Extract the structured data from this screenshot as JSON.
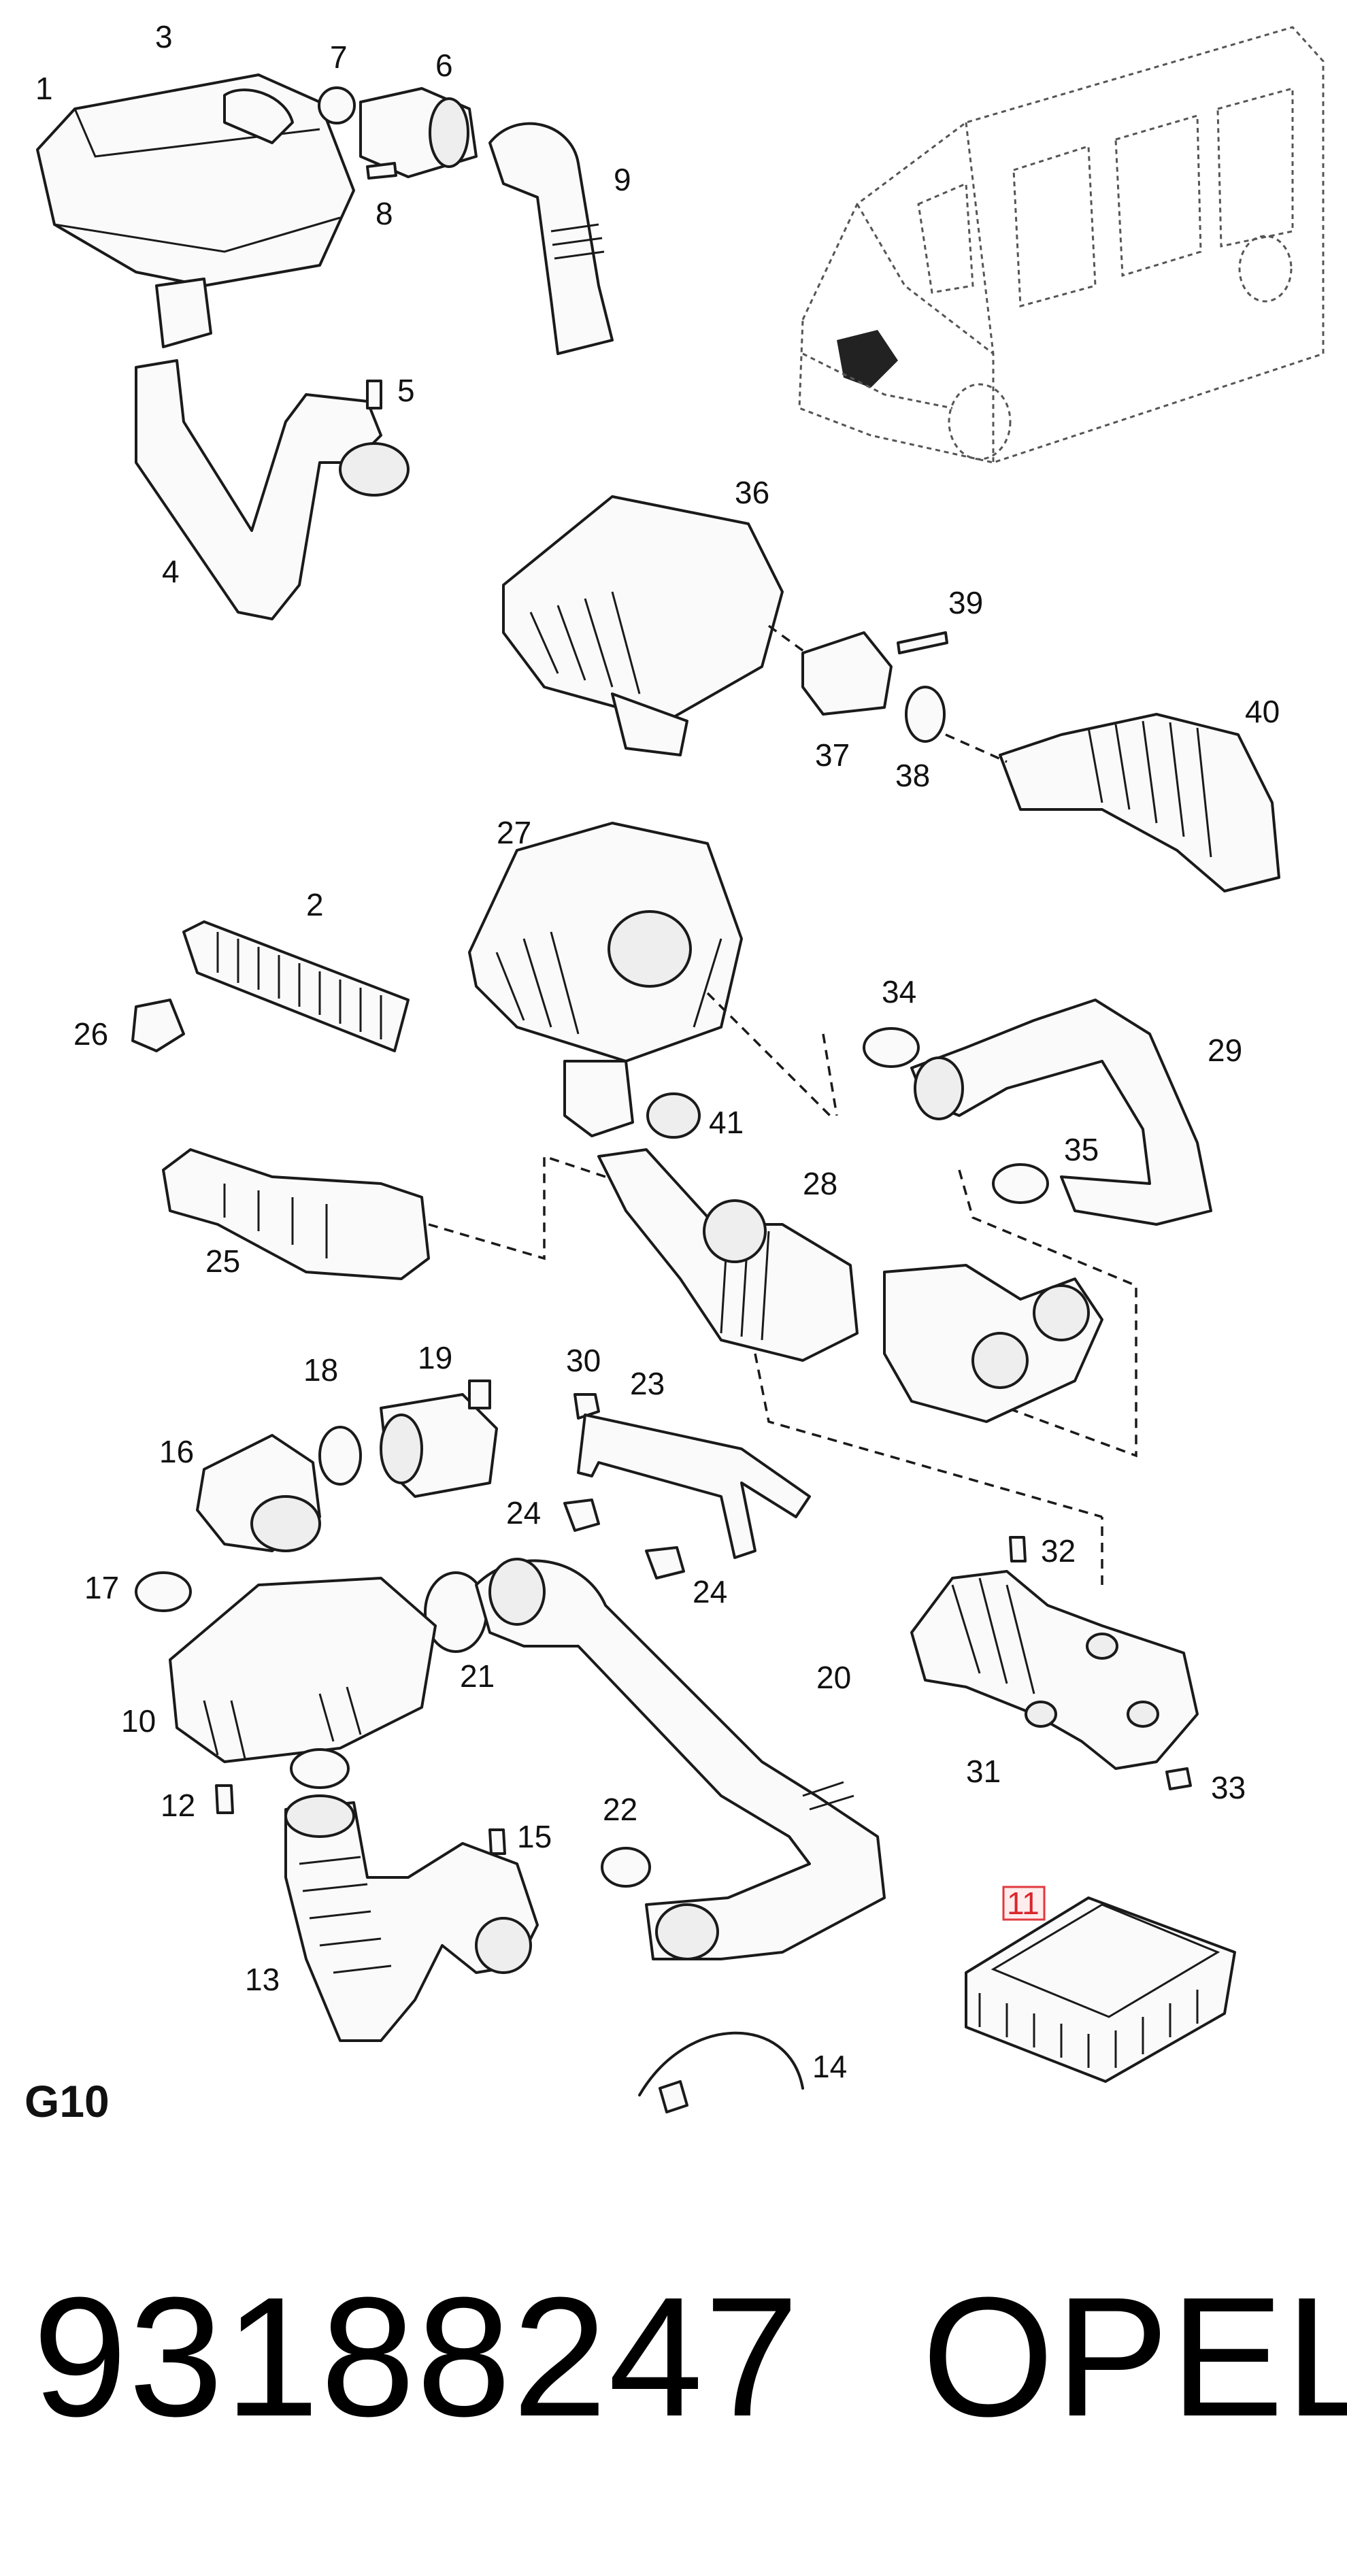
{
  "diagram": {
    "group_label": "G10",
    "highlighted_callout": "11",
    "callouts": {
      "c1": "1",
      "c2": "2",
      "c3": "3",
      "c4": "4",
      "c5": "5",
      "c6": "6",
      "c7": "7",
      "c8": "8",
      "c9": "9",
      "c10": "10",
      "c11": "11",
      "c12": "12",
      "c13": "13",
      "c14": "14",
      "c15": "15",
      "c16": "16",
      "c17": "17",
      "c18": "18",
      "c19": "19",
      "c20": "20",
      "c21": "21",
      "c22": "22",
      "c23": "23",
      "c24a": "24",
      "c24b": "24",
      "c25": "25",
      "c26": "26",
      "c27": "27",
      "c28": "28",
      "c29": "29",
      "c30": "30",
      "c31": "31",
      "c32": "32",
      "c33": "33",
      "c34": "34",
      "c35": "35",
      "c36": "36",
      "c37": "37",
      "c38": "38",
      "c39": "39",
      "c40": "40",
      "c41": "41"
    },
    "highlight_color": "#e0393e"
  },
  "footer": {
    "part_number": "93188247",
    "brand": "OPEL"
  }
}
